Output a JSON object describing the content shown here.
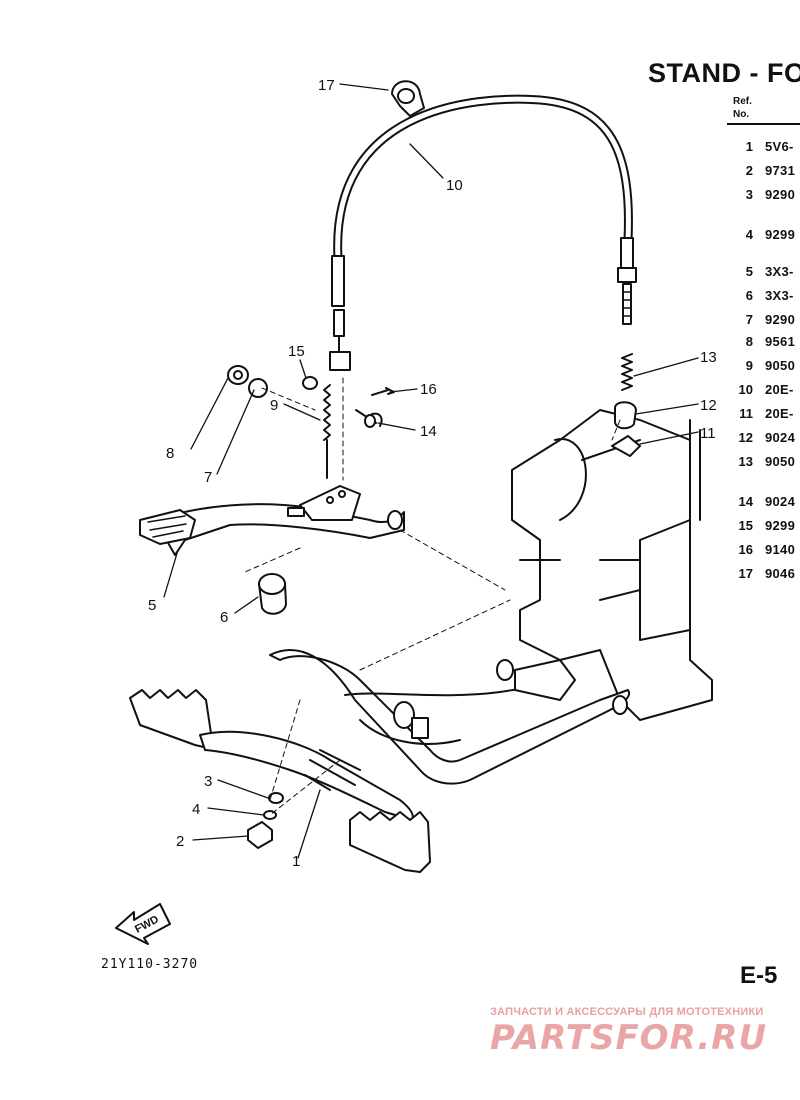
{
  "title": "STAND - FOO",
  "table": {
    "header_ref": "Ref.",
    "header_no": "No.",
    "rows": [
      {
        "ref": "1",
        "part": "5V6-"
      },
      {
        "ref": "2",
        "part": "9731"
      },
      {
        "ref": "3",
        "part": "9290"
      },
      {
        "ref": "4",
        "part": "9299"
      },
      {
        "ref": "5",
        "part": "3X3-"
      },
      {
        "ref": "6",
        "part": "3X3-"
      },
      {
        "ref": "7",
        "part": "9290"
      },
      {
        "ref": "8",
        "part": "9561"
      },
      {
        "ref": "9",
        "part": "9050"
      },
      {
        "ref": "10",
        "part": "20E-"
      },
      {
        "ref": "11",
        "part": "20E-"
      },
      {
        "ref": "12",
        "part": "9024"
      },
      {
        "ref": "13",
        "part": "9050"
      },
      {
        "ref": "14",
        "part": "9024"
      },
      {
        "ref": "15",
        "part": "9299"
      },
      {
        "ref": "16",
        "part": "9140"
      },
      {
        "ref": "17",
        "part": "9046"
      }
    ]
  },
  "callouts": [
    "1",
    "2",
    "3",
    "4",
    "5",
    "6",
    "7",
    "8",
    "9",
    "10",
    "11",
    "12",
    "13",
    "14",
    "15",
    "16",
    "17"
  ],
  "fwd_label": "FWD",
  "drawing_code": "21Y110-3270",
  "page_number": "E-5",
  "watermark": {
    "subtitle": "ЗАПЧАСТИ И АКСЕССУАРЫ ДЛЯ МОТОТЕХНИКИ",
    "brand": "PARTSFOR.RU"
  },
  "colors": {
    "ink": "#111111",
    "watermark": "#e9a3a3",
    "background": "#ffffff"
  }
}
